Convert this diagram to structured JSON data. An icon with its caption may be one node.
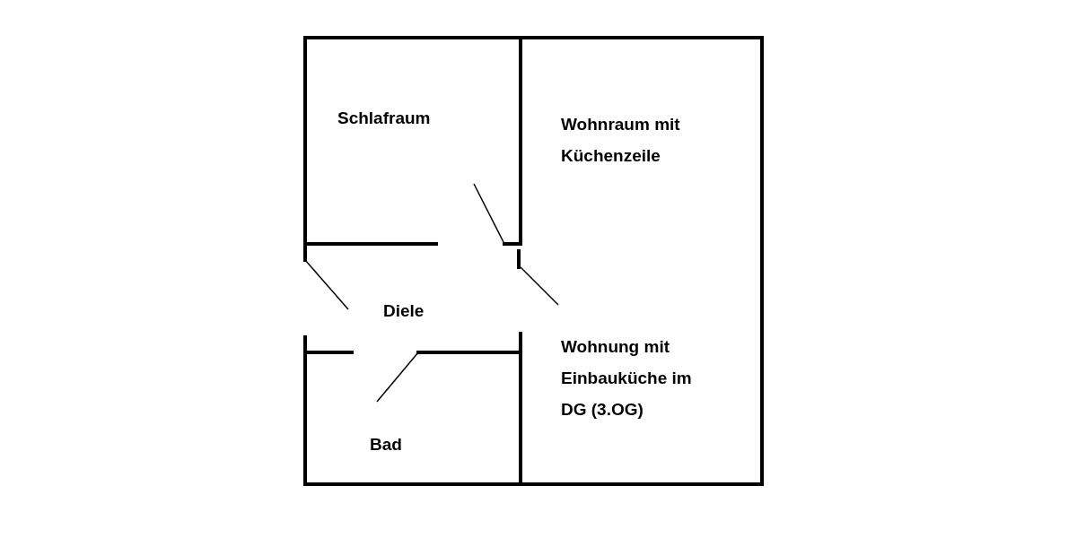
{
  "diagram": {
    "labels": [
      "Schlafraum",
      "Wohnraum mit Küchenzeile",
      "Diele",
      "Wohnung mit Einbauküche im DG (3.OG)",
      "Bad"
    ]
  }
}
